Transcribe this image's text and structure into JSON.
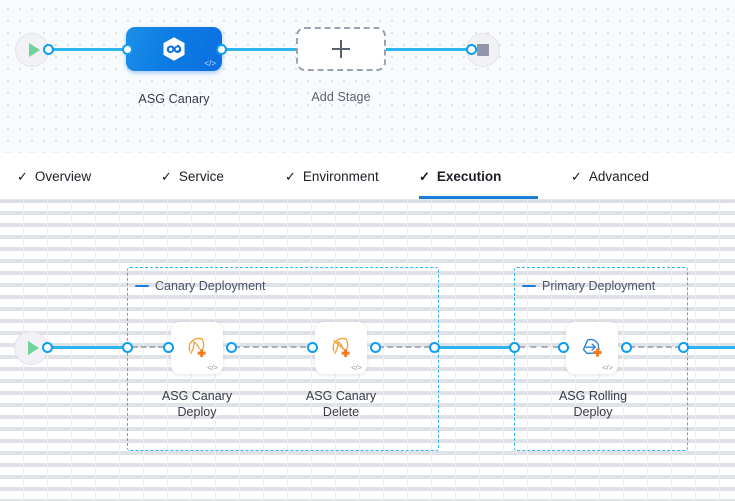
{
  "pipeline": {
    "start_node": {
      "name": "start-node",
      "icon": "play-icon"
    },
    "end_node": {
      "name": "end-node",
      "icon": "stop-icon"
    },
    "stages": [
      {
        "label": "ASG Canary",
        "icon": "harness-hexagon-icon",
        "code_badge": "</>"
      }
    ],
    "add_stage": {
      "label": "Add Stage",
      "icon": "plus-icon"
    }
  },
  "tabs": [
    {
      "label": "Overview",
      "check": "✓",
      "active": false
    },
    {
      "label": "Service",
      "check": "✓",
      "active": false
    },
    {
      "label": "Environment",
      "check": "✓",
      "active": false
    },
    {
      "label": "Execution",
      "check": "✓",
      "active": true
    },
    {
      "label": "Advanced",
      "check": "✓",
      "active": false
    }
  ],
  "execution": {
    "start_node": {
      "name": "execution-start-node",
      "icon": "play-icon"
    },
    "groups": [
      {
        "title": "Canary Deployment",
        "steps": [
          {
            "label_line1": "ASG Canary",
            "label_line2": "Deploy",
            "icon": "asg-canary-deploy-icon",
            "code_badge": "</>"
          },
          {
            "label_line1": "ASG Canary",
            "label_line2": "Delete",
            "icon": "asg-canary-delete-icon",
            "code_badge": "</>"
          }
        ]
      },
      {
        "title": "Primary Deployment",
        "steps": [
          {
            "label_line1": "ASG Rolling",
            "label_line2": "Deploy",
            "icon": "asg-rolling-deploy-icon",
            "code_badge": "</>"
          }
        ]
      }
    ]
  },
  "colors": {
    "accent_blue": "#1a7fd4",
    "link_blue": "#2eb5ef",
    "group_border": "#35b4f2",
    "stage_blue": "#0d6fe0",
    "aws_orange": "#ef7c20",
    "start_green": "#6fd39a",
    "stop_gray": "#9296a8"
  }
}
